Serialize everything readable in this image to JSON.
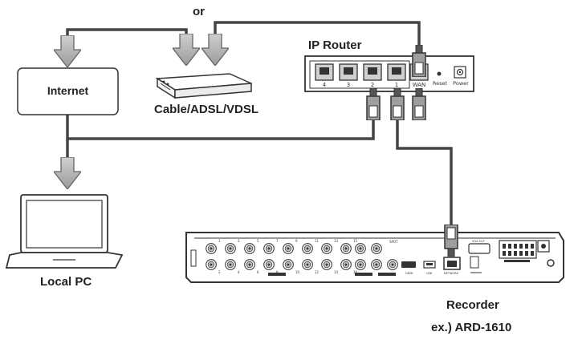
{
  "labels": {
    "or": "or",
    "ip_router": "IP Router",
    "internet": "Internet",
    "modem": "Cable/ADSL/VDSL",
    "local_pc": "Local PC",
    "recorder": "Recorder",
    "model": "ex.) ARD-1610"
  },
  "router": {
    "ports": [
      "4",
      "3",
      "2",
      "1"
    ],
    "wan": "WAN",
    "reset": "Reset",
    "power": "Power"
  },
  "recorder": {
    "video_in_top": [
      "1",
      "3",
      "5",
      "7",
      "9",
      "11",
      "13",
      "15"
    ],
    "video_in_bottom": [
      "2",
      "4",
      "6",
      "8",
      "10",
      "12",
      "14",
      "16"
    ],
    "port_labels": [
      "HDMI",
      "USB",
      "NETWORK",
      "VGA OUT",
      "SPOT"
    ]
  },
  "colors": {
    "cable": "#444444",
    "arrow_fill": "#aaaaaa",
    "device_stroke": "#333333"
  }
}
